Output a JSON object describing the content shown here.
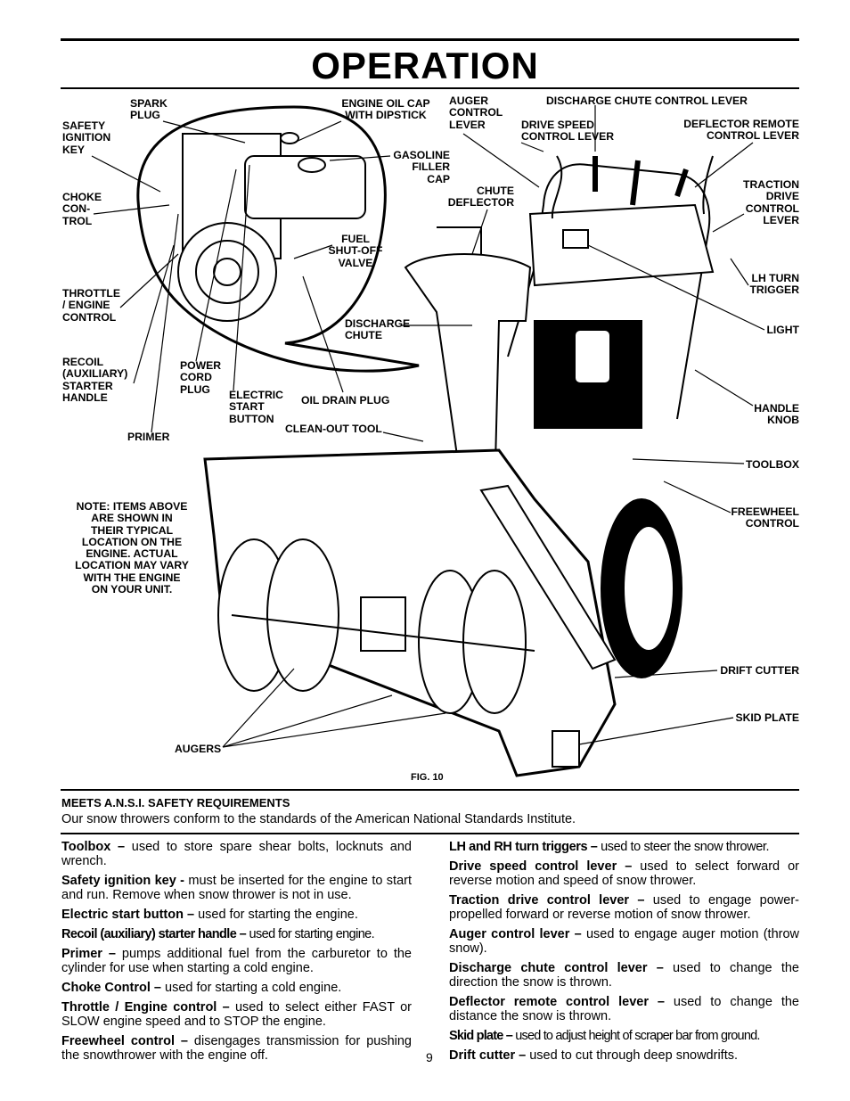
{
  "header": {
    "title": "OPERATION"
  },
  "figure": {
    "caption": "FIG. 10",
    "labels": {
      "spark_plug": "SPARK\nPLUG",
      "oil_cap": "ENGINE OIL CAP\nWITH DIPSTICK",
      "auger_lever": "AUGER\nCONTROL\nLEVER",
      "chute_lever": "DISCHARGE CHUTE CONTROL LEVER",
      "safety_key": "SAFETY\nIGNITION\nKEY",
      "drive_speed": "DRIVE SPEED\nCONTROL LEVER",
      "deflector_remote": "DEFLECTOR REMOTE\nCONTROL LEVER",
      "gas_cap": "GASOLINE\nFILLER\nCAP",
      "choke": "CHOKE\nCON-\nTROL",
      "chute_deflector": "CHUTE\nDEFLECTOR",
      "traction_lever": "TRACTION\nDRIVE\nCONTROL\nLEVER",
      "fuel_valve": "FUEL\nSHUT-OFF\nVALVE",
      "lh_trigger": "LH TURN\nTRIGGER",
      "throttle": "THROTTLE\n/ ENGINE\nCONTROL",
      "discharge_chute": "DISCHARGE\nCHUTE",
      "light": "LIGHT",
      "recoil": "RECOIL\n(AUXILIARY)\nSTARTER\nHANDLE",
      "power_cord": "POWER\nCORD\nPLUG",
      "electric_start": "ELECTRIC\nSTART\nBUTTON",
      "oil_drain": "OIL DRAIN PLUG",
      "handle_knob": "HANDLE\nKNOB",
      "cleanout": "CLEAN-OUT TOOL",
      "primer": "PRIMER",
      "toolbox": "TOOLBOX",
      "note": "NOTE: ITEMS ABOVE\nARE SHOWN IN\nTHEIR TYPICAL\nLOCATION ON THE\nENGINE.  ACTUAL\nLOCATION MAY VARY\nWITH THE ENGINE\nON YOUR UNIT.",
      "freewheel": "FREEWHEEL\nCONTROL",
      "drift_cutter": "DRIFT CUTTER",
      "skid_plate": "SKID PLATE",
      "augers": "AUGERS"
    }
  },
  "ansi": {
    "heading": "MEETS A.N.S.I. SAFETY REQUIREMENTS",
    "text": "Our snow throwers conform to the standards of the American National Standards Institute."
  },
  "left_items": [
    {
      "term": "Toolbox –",
      "desc": " used to store spare shear bolts, locknuts and wrench."
    },
    {
      "term": "Safety ignition key -",
      "desc": " must be inserted for the engine to start and run.  Remove when snow thrower is not in use."
    },
    {
      "term": "Electric start button –",
      "desc": " used for starting the engine."
    },
    {
      "term": "Recoil (auxiliary) starter handle –",
      "desc": " used for starting engine."
    },
    {
      "term": "Primer –",
      "desc": " pumps additional fuel from the carburetor to the cylinder for use when starting a cold engine."
    },
    {
      "term": "Choke Control –",
      "desc": " used for starting a cold engine."
    },
    {
      "term": "Throttle / Engine control –",
      "desc": " used to select either FAST or SLOW engine speed and to STOP the engine."
    },
    {
      "term": "Freewheel control –",
      "desc": " disengages transmission for pushing the snowthrower with the engine off."
    }
  ],
  "right_items": [
    {
      "term": "LH and RH turn triggers –",
      "desc": " used to steer the snow thrower."
    },
    {
      "term": "Drive speed control lever –",
      "desc": " used to select forward or reverse motion and speed of snow thrower."
    },
    {
      "term": "Traction drive control lever –",
      "desc": " used to engage power-propelled forward or reverse motion of snow thrower."
    },
    {
      "term": "Auger control lever –",
      "desc": " used to engage auger motion (throw snow)."
    },
    {
      "term": "Discharge chute control lever –",
      "desc": " used to change the direction the snow is thrown."
    },
    {
      "term": "Deflector remote control lever –",
      "desc": " used to change the distance the snow is thrown."
    },
    {
      "term": "Skid plate –",
      "desc": " used to adjust height of scraper bar from ground."
    },
    {
      "term": "Drift cutter –",
      "desc": " used to cut through deep snowdrifts."
    }
  ],
  "footer": {
    "page_number": "9"
  }
}
